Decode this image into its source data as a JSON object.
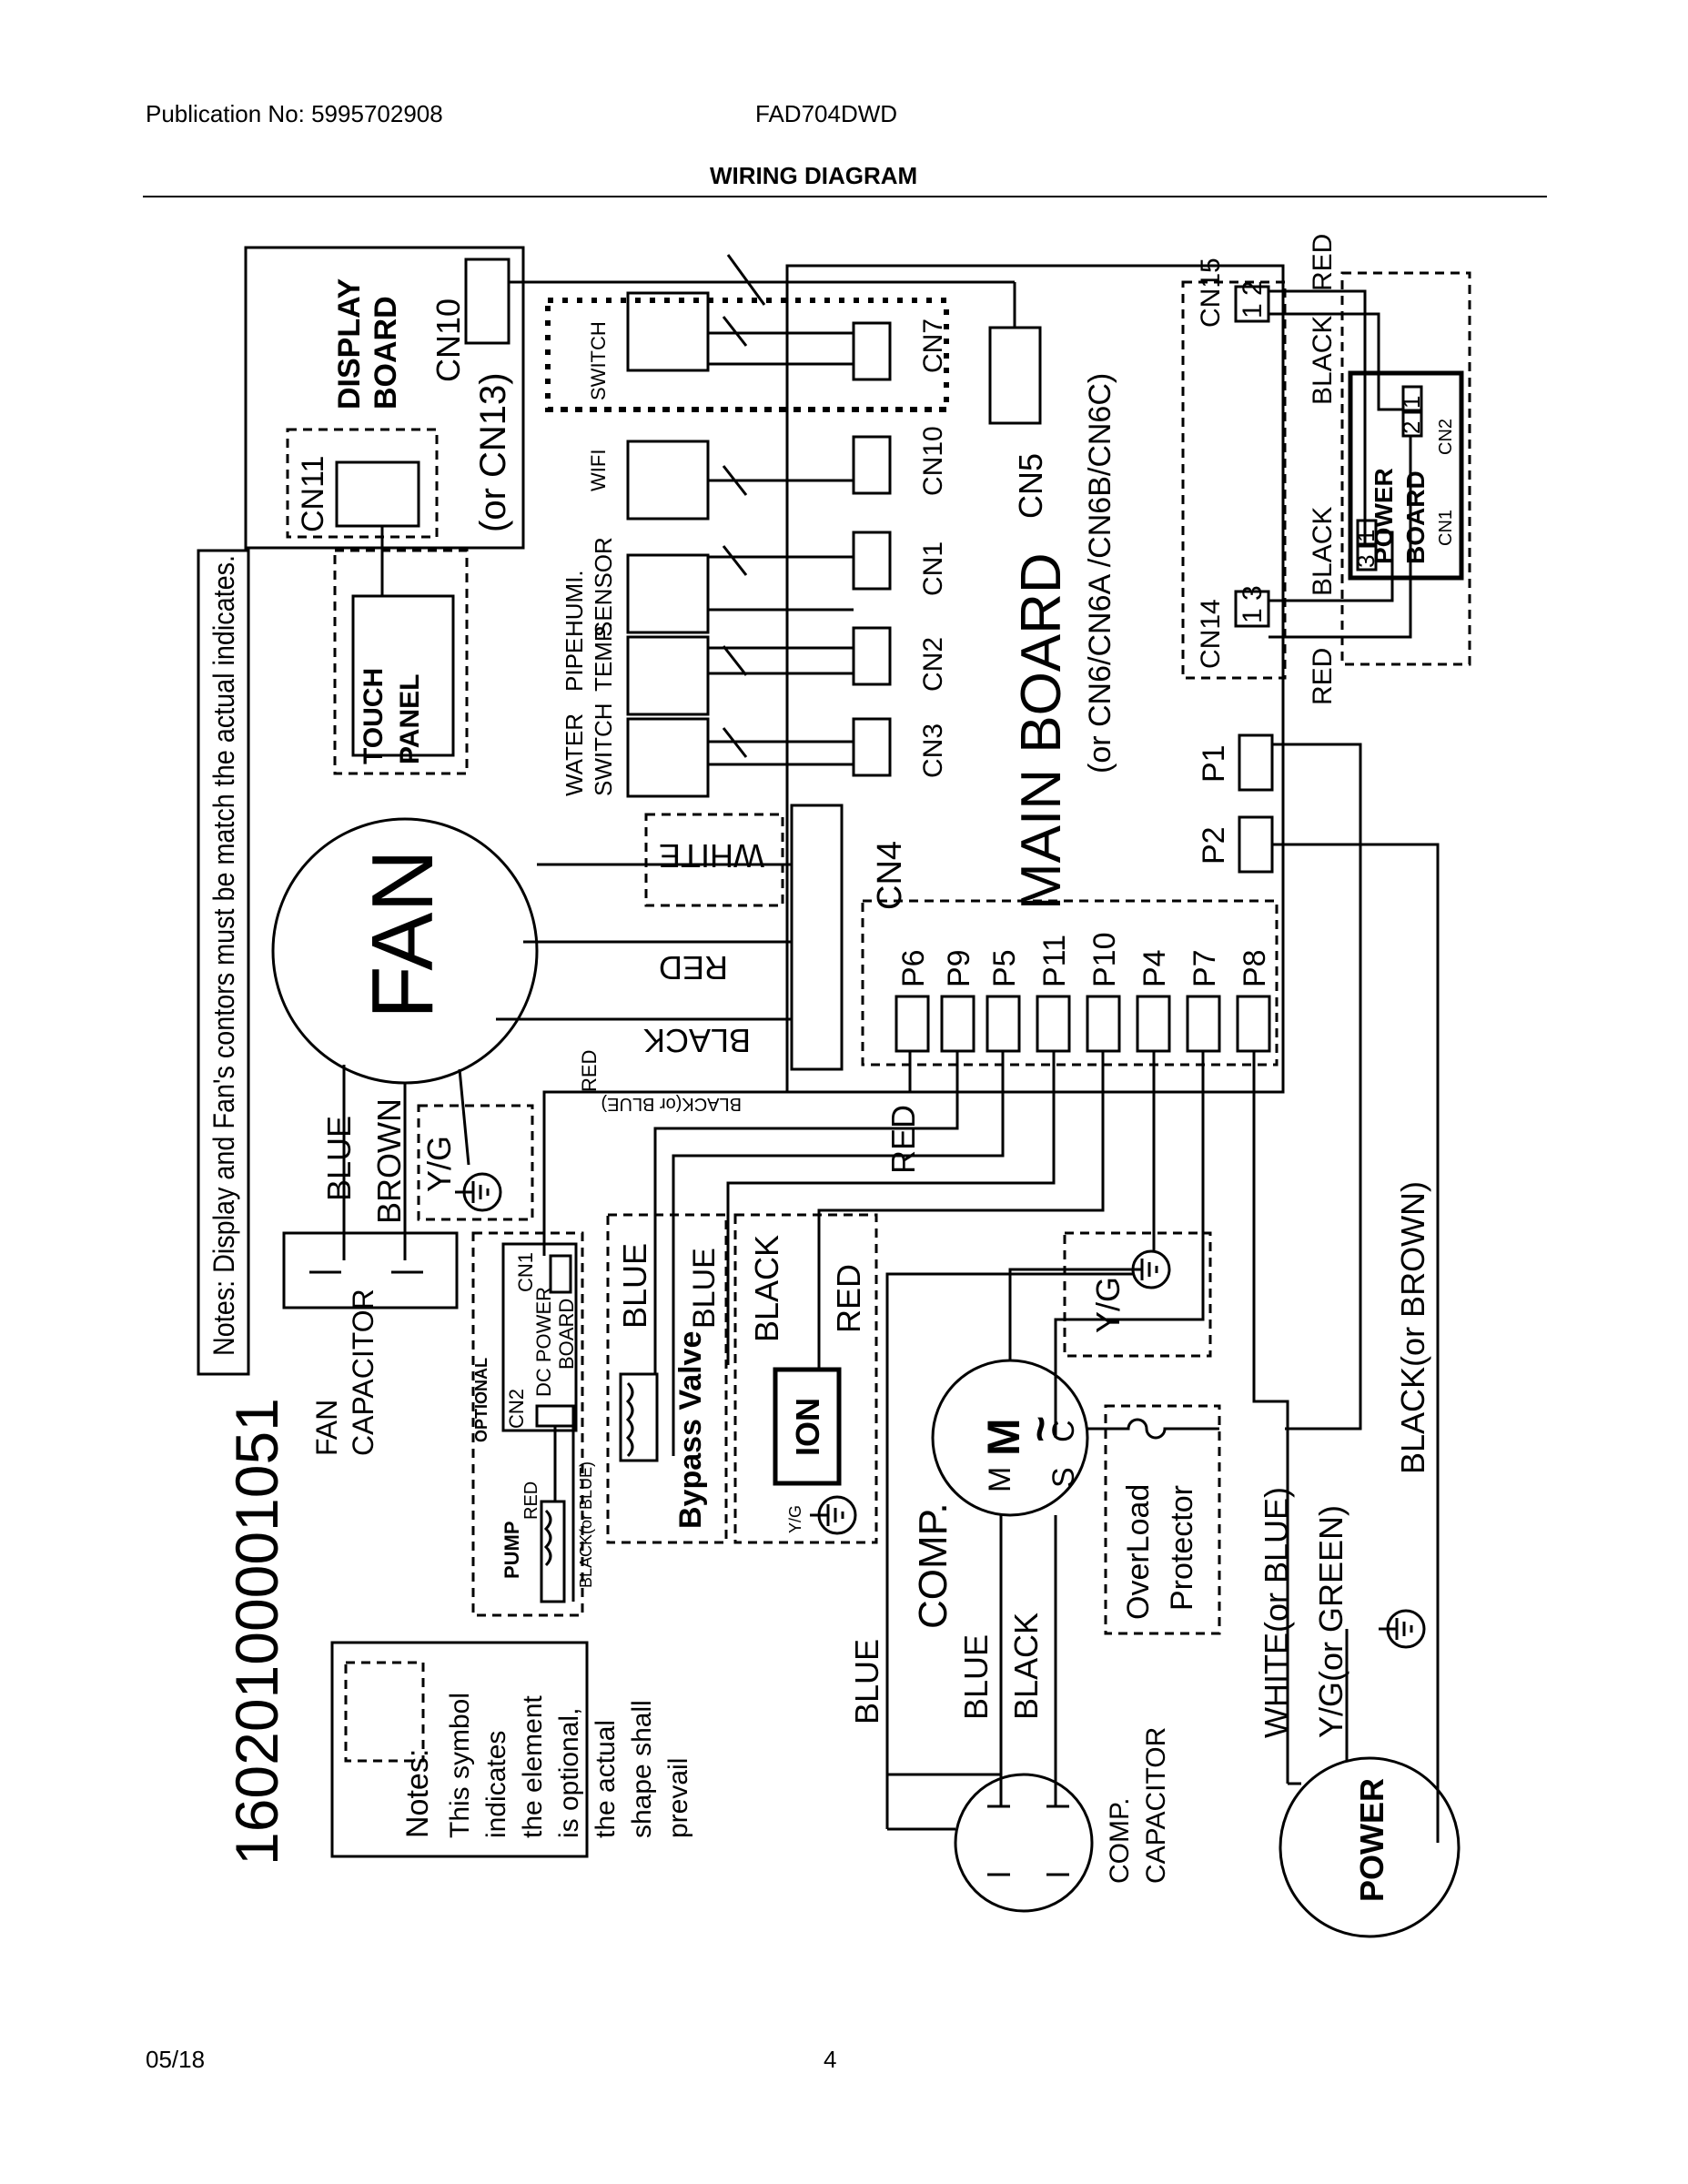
{
  "header": {
    "publication": "Publication No: 5995702908",
    "model": "FAD704DWD",
    "title": "WIRING DIAGRAM"
  },
  "footer": {
    "date": "05/18",
    "page": "4"
  },
  "diagram": {
    "note_top": "Notes: Display and Fan's contors must be match the actual indicates.",
    "part_number": "16020100001051",
    "display_board": {
      "l1": "DISPLAY",
      "l2": "BOARD",
      "cn10": "CN10",
      "cn13": "(or CN13)",
      "cn11": "CN11"
    },
    "touch_panel": {
      "l1": "TOUCH",
      "l2": "PANEL"
    },
    "main_board": {
      "title": "MAIN BOARD",
      "sub": "(or CN6/CN6A /CN6B/CN6C)",
      "cn5": "CN5",
      "cn4": "CN4"
    },
    "sensors": {
      "switch": "SWITCH",
      "wifi": "WIFI",
      "humi1": "HUMI.",
      "humi2": "SENSOR",
      "pipe1": "PIPE",
      "pipe2": "TEMP.",
      "water1": "WATER",
      "water2": "SWITCH",
      "cn7": "CN7",
      "cn10": "CN10",
      "cn1": "CN1",
      "cn2": "CN2",
      "cn3": "CN3"
    },
    "power": {
      "cn15": "CN15",
      "cn15_pins": "1 2",
      "cn14": "CN14",
      "cn14_pins": "1 3",
      "board1": "POWER",
      "board2": "BOARD",
      "cn1": "CN1",
      "cn2": "CN2",
      "pin3": "3",
      "pin1": "1",
      "pin1b": "1",
      "pin2": "2",
      "red1": "RED",
      "black1": "BLACK",
      "black2": "BLACK",
      "red2": "RED"
    },
    "relays": {
      "p1": "P1",
      "p2": "P2",
      "p6": "P6",
      "p9": "P9",
      "p5": "P5",
      "p11": "P11",
      "p10": "P10",
      "p4": "P4",
      "p7": "P7",
      "p8": "P8"
    },
    "fan": {
      "label": "FAN",
      "white": "WHITE",
      "red": "RED",
      "black": "BLACK",
      "blue": "BLUE",
      "brown": "BROWN",
      "yg": "Y/G",
      "cap1": "FAN",
      "cap2": "CAPACITOR"
    },
    "wires": {
      "red_small": "RED",
      "black_or_blue": "BLACK(or BLUE)",
      "red_main": "RED",
      "black_or_brown": "BLACK(or BROWN)",
      "white_or_blue": "WHITE(or BLUE)",
      "yg_or_green": "Y/G(or GREEN)",
      "blue_left": "BLUE",
      "yg_comp": "Y/G"
    },
    "optional": {
      "tag": "OPTIONAL",
      "cn1": "CN1",
      "cn2": "CN2",
      "dc1": "DC POWER",
      "dc2": "BOARD",
      "pump": "PUMP",
      "red": "RED",
      "black_blue": "BLACK(or BLUE)",
      "blue": "BLUE",
      "bypass": "Bypass Valve",
      "blue2": "BLUE",
      "black": "BLACK",
      "red2": "RED",
      "ion": "ION",
      "yg": "Y/G"
    },
    "comp": {
      "label": "COMP.",
      "m_big": "M",
      "wave": "~",
      "m": "M",
      "s": "S",
      "c": "C",
      "blue": "BLUE",
      "black": "BLACK",
      "olp1": "OverLoad",
      "olp2": "Protector",
      "cap1": "COMP.",
      "cap2": "CAPACITOR",
      "power": "POWER"
    },
    "legend": {
      "l1": "Notes:",
      "l2": "This symbol",
      "l3": "indicates",
      "l4": "the element",
      "l5": "is optional,",
      "l6": "the actual",
      "l7": "shape shall",
      "l8": "prevail"
    }
  }
}
